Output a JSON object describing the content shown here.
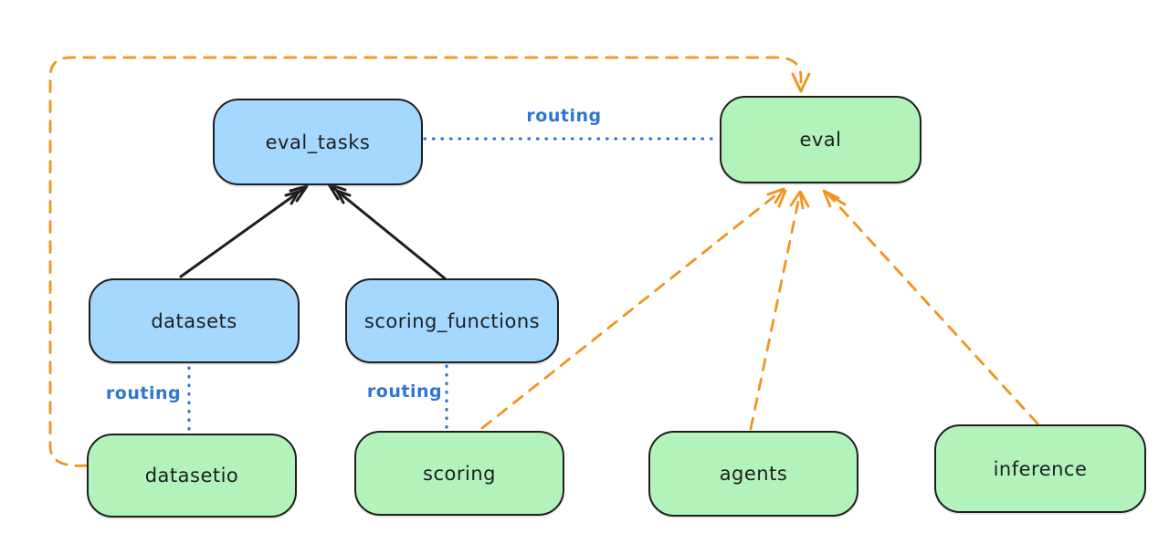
{
  "nodes": [
    {
      "id": "eval_tasks",
      "label": "eval_tasks",
      "fill": "blue"
    },
    {
      "id": "eval",
      "label": "eval",
      "fill": "green"
    },
    {
      "id": "datasets",
      "label": "datasets",
      "fill": "blue"
    },
    {
      "id": "scoring_functions",
      "label": "scoring_functions",
      "fill": "blue"
    },
    {
      "id": "datasetio",
      "label": "datasetio",
      "fill": "green"
    },
    {
      "id": "scoring",
      "label": "scoring",
      "fill": "green"
    },
    {
      "id": "agents",
      "label": "agents",
      "fill": "green"
    },
    {
      "id": "inference",
      "label": "inference",
      "fill": "green"
    }
  ],
  "edges": [
    {
      "from": "datasets",
      "to": "eval_tasks",
      "style": "solid",
      "color": "black",
      "arrow": true
    },
    {
      "from": "scoring_functions",
      "to": "eval_tasks",
      "style": "solid",
      "color": "black",
      "arrow": true
    },
    {
      "from": "eval_tasks",
      "to": "eval",
      "style": "dotted",
      "color": "blue",
      "arrow": false,
      "label": "routing"
    },
    {
      "from": "datasets",
      "to": "datasetio",
      "style": "dotted",
      "color": "blue",
      "arrow": false,
      "label": "routing"
    },
    {
      "from": "scoring_functions",
      "to": "scoring",
      "style": "dotted",
      "color": "blue",
      "arrow": false,
      "label": "routing"
    },
    {
      "from": "datasetio",
      "to": "eval",
      "style": "dashed",
      "color": "orange",
      "arrow": true
    },
    {
      "from": "scoring",
      "to": "eval",
      "style": "dashed",
      "color": "orange",
      "arrow": true
    },
    {
      "from": "agents",
      "to": "eval",
      "style": "dashed",
      "color": "orange",
      "arrow": true
    },
    {
      "from": "inference",
      "to": "eval",
      "style": "dashed",
      "color": "orange",
      "arrow": true
    }
  ],
  "colors": {
    "background": "#ffffff",
    "ink": "#1e1e1e",
    "node_blue_fill": "#a5d8ff",
    "node_green_fill": "#b2f2bb",
    "routing_blue": "#2f76d2",
    "orange": "#f0941f"
  }
}
